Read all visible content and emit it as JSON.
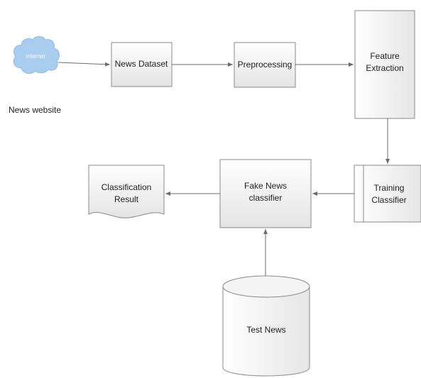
{
  "nodes": {
    "internet": "Internet",
    "news_website": "News website",
    "news_dataset": "News Dataset",
    "preprocessing": "Preprocessing",
    "feature_extraction": [
      "Feature",
      "Extraction"
    ],
    "training_classifier": [
      "Training",
      "Classifier"
    ],
    "fake_news_classifier": [
      "Fake News",
      "classifier"
    ],
    "classification_result": [
      "Classification",
      "Result"
    ],
    "test_news": "Test News"
  },
  "colors": {
    "cloud": "#a9cdee",
    "cloud_dark": "#8cbbe5",
    "box_top": "#ffffff",
    "box_bottom": "#e6e6e6",
    "edge": "#6b6b6b"
  }
}
